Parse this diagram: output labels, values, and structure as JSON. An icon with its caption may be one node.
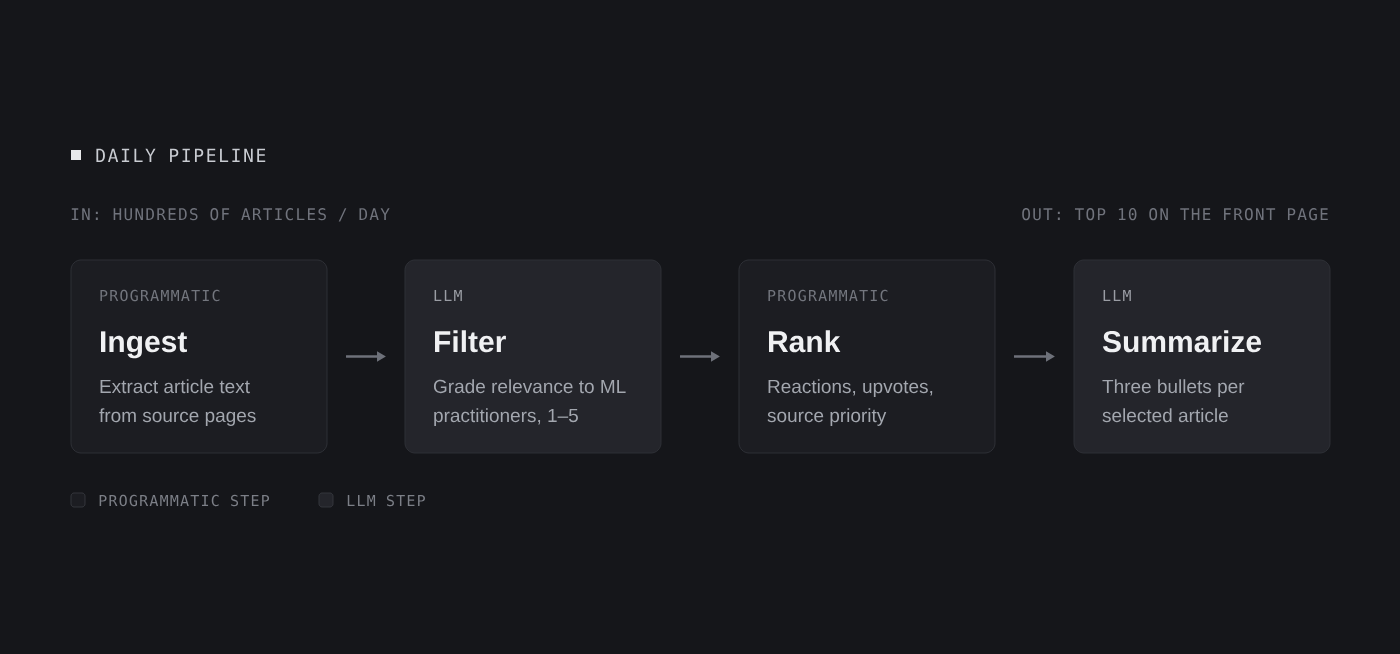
{
  "diagram": {
    "title": "DAILY PIPELINE",
    "nodes": [
      {
        "text": [
          "PROGRAMMATIC",
          "Ingest",
          "Extract article text from source pages"
        ]
      },
      {
        "text": [
          "LLM",
          "Filter",
          "Grade relevance to ML practitioners, 1–5"
        ]
      },
      {
        "text": [
          "PROGRAMMATIC",
          "Rank",
          "Reactions, upvotes, source priority"
        ]
      },
      {
        "text": [
          "LLM",
          "Summarize",
          "Three bullets per selected article"
        ]
      }
    ],
    "edges": [
      {
        "from": 0,
        "to": 1,
        "arrow": "to"
      },
      {
        "from": 1,
        "to": 2,
        "arrow": "to"
      },
      {
        "from": 2,
        "to": 3,
        "arrow": "to"
      }
    ],
    "labels": [
      "IN: HUNDREDS OF ARTICLES / DAY",
      "OUT: TOP 10 ON THE FRONT PAGE"
    ],
    "legend": [
      {
        "text": "PROGRAMMATIC STEP",
        "color": "#1c1d22"
      },
      {
        "text": "LLM STEP",
        "color": "#24252b"
      }
    ]
  }
}
